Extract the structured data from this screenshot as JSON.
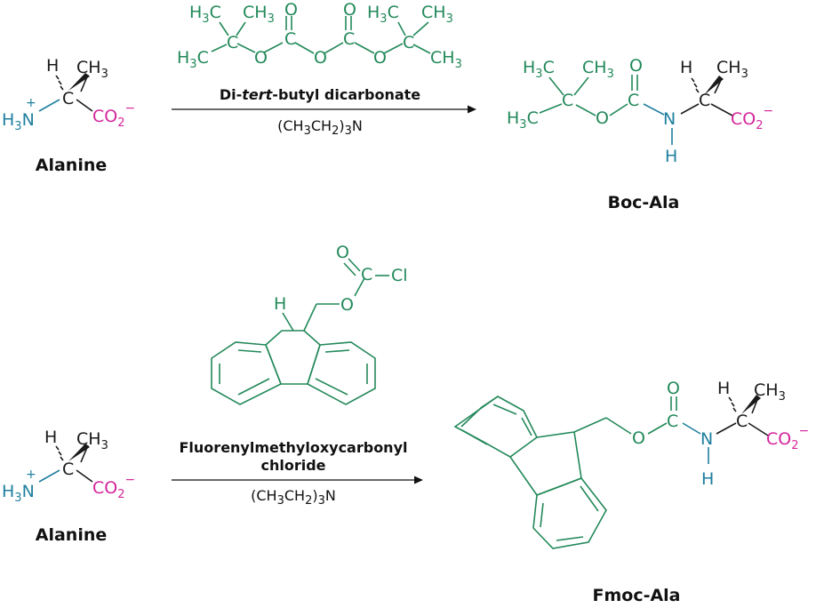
{
  "reaction_1": {
    "reactant_name": "Alanine",
    "reagent_prefix": "Di-",
    "reagent_italic": "tert",
    "reagent_suffix": "-butyl dicarbonate",
    "conditions": "(CH3CH2)3N",
    "product_name": "Boc-Ala"
  },
  "reaction_2": {
    "reactant_name": "Alanine",
    "reagent_line1": "Fluorenylmethyloxycarbonyl",
    "reagent_line2": "chloride",
    "conditions": "(CH3CH2)3N",
    "product_name": "Fmoc-Ala"
  },
  "atom_labels": {
    "H": "H",
    "C": "C",
    "N": "N",
    "O": "O",
    "Cl": "Cl",
    "CH": "CH",
    "CO": "CO",
    "sub2": "2",
    "sub3": "3",
    "plus": "+",
    "minus": "−"
  },
  "colors": {
    "black": "#1a1a1a",
    "green": "#23895a",
    "blue": "#1f7f9e",
    "magenta": "#d4269c"
  }
}
